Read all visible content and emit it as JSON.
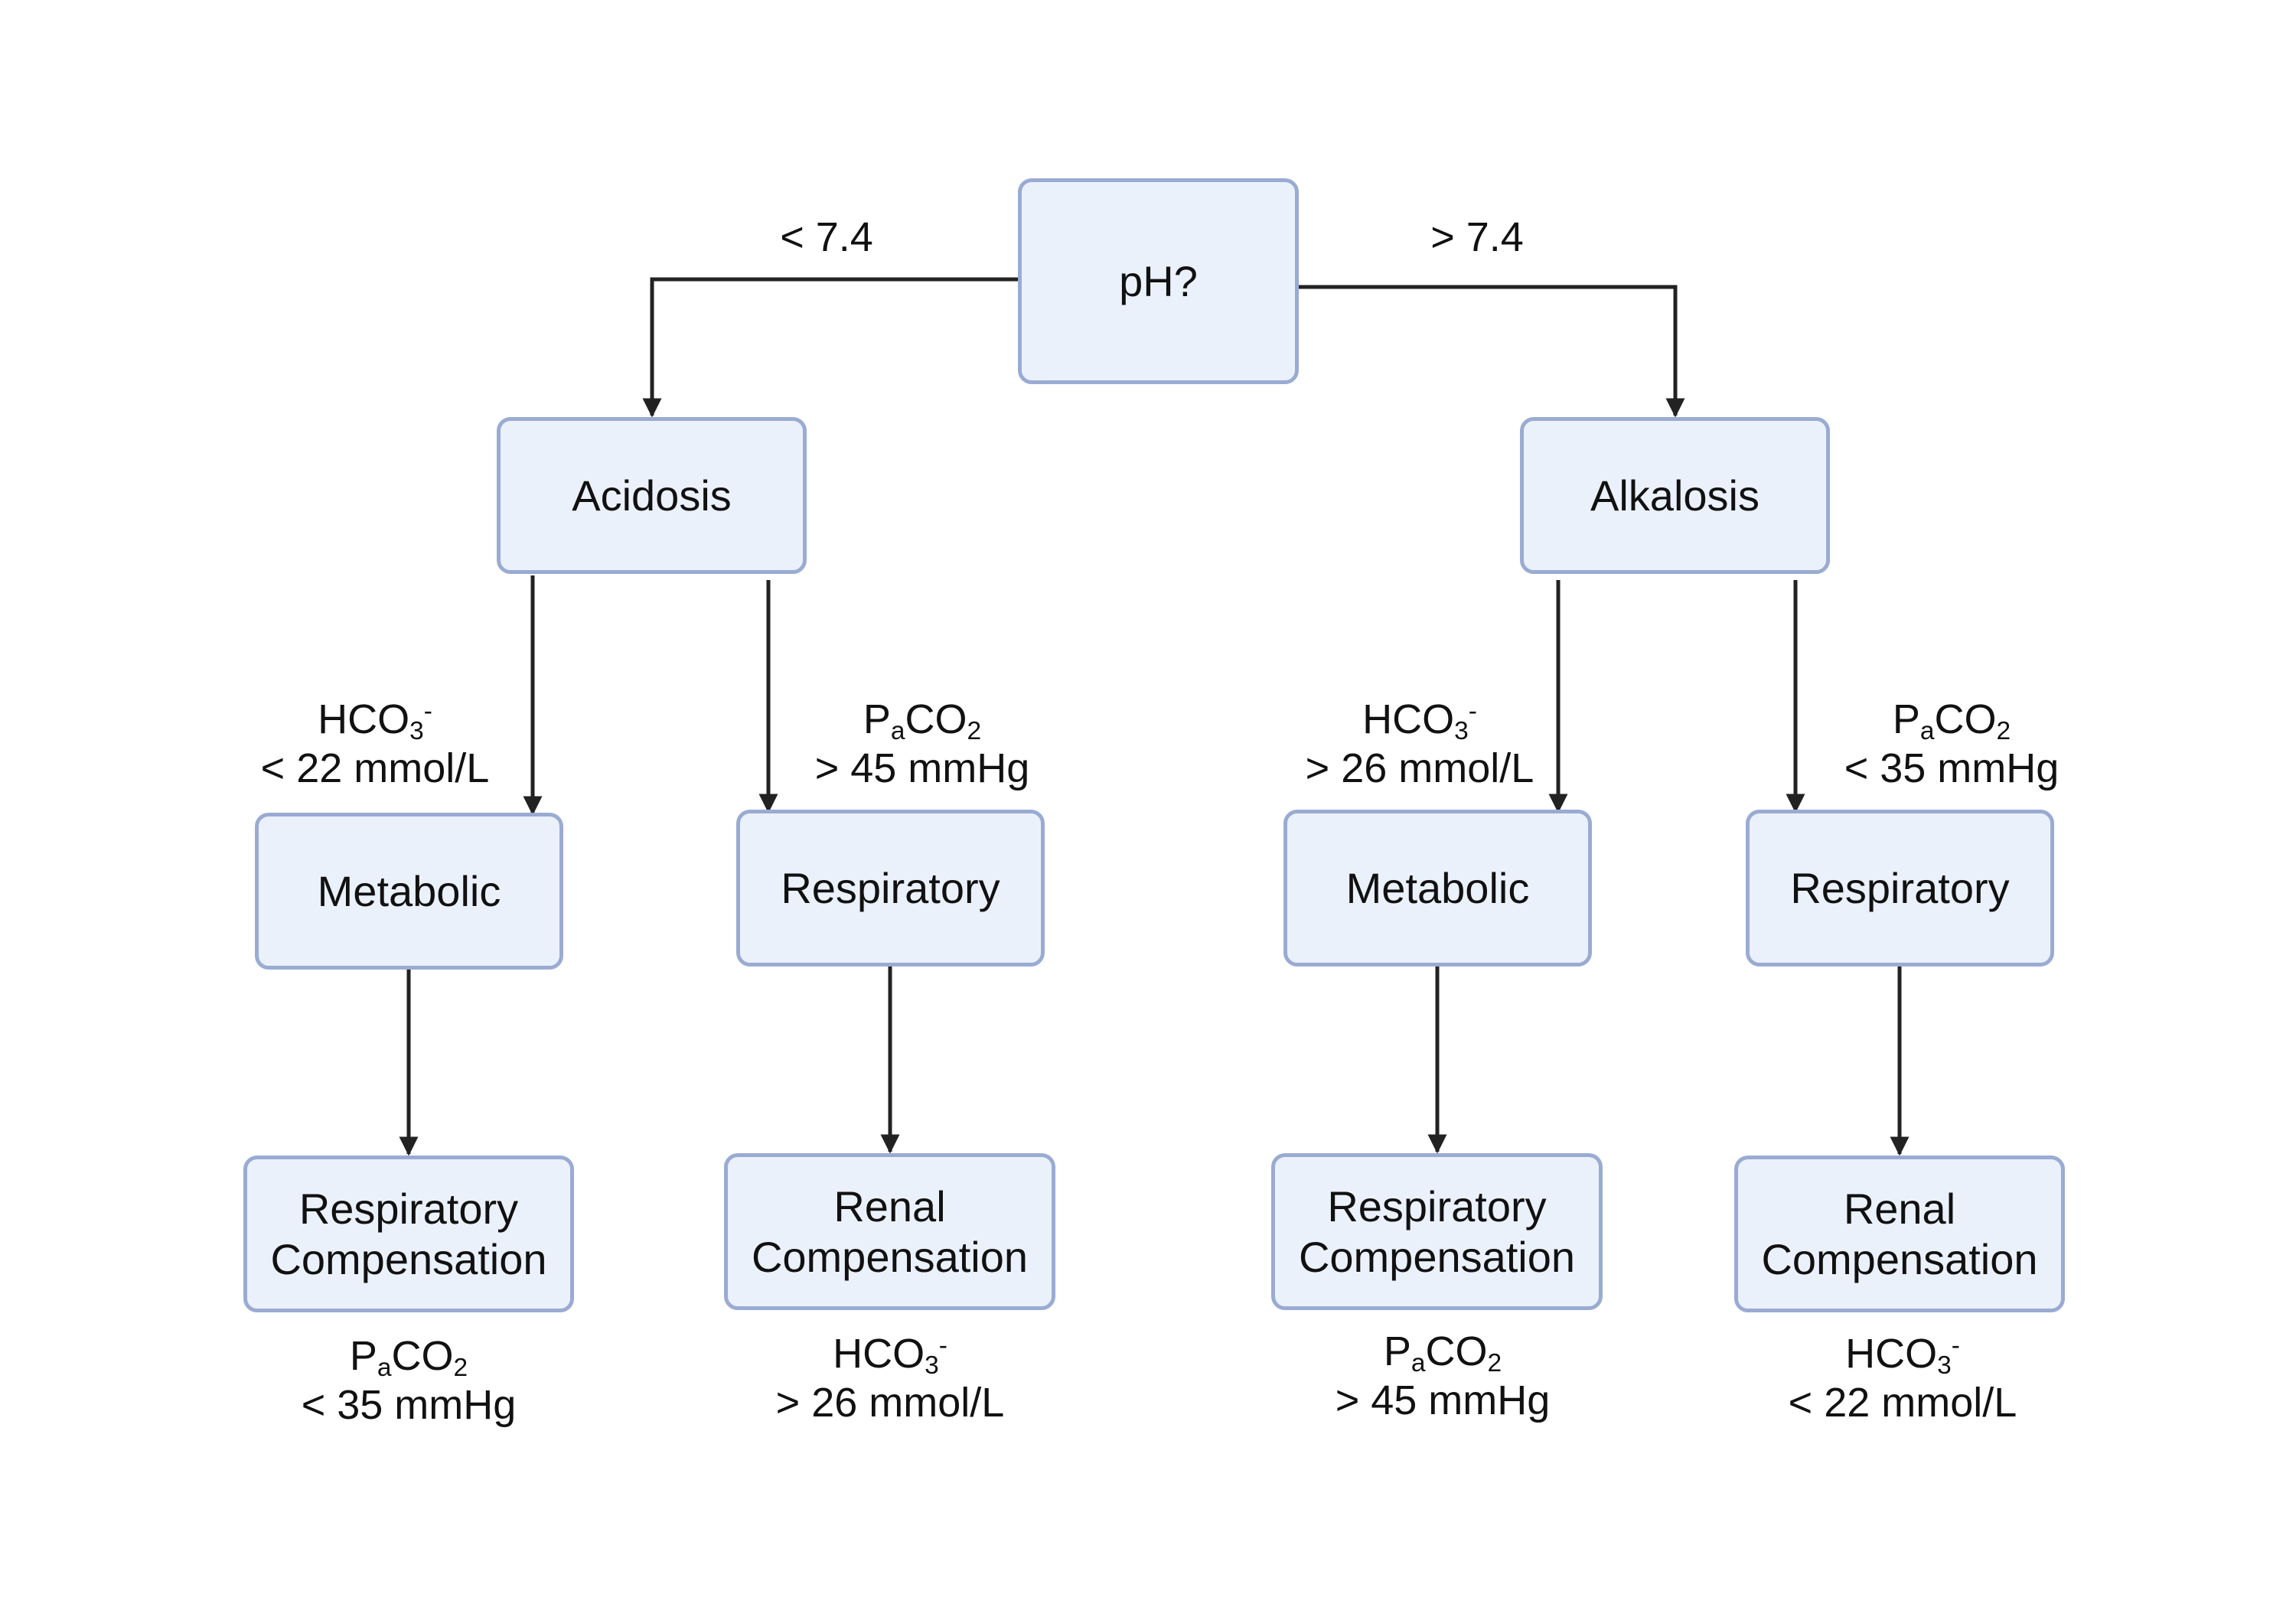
{
  "root": {
    "label": "pH?"
  },
  "branches": {
    "left": "< 7.4",
    "right": "> 7.4"
  },
  "categories": {
    "acidosis": "Acidosis",
    "alkalosis": "Alkalosis"
  },
  "types": {
    "metabolic": "Metabolic",
    "respiratory": "Respiratory"
  },
  "compensation": {
    "respiratory_line1": "Respiratory",
    "renal_line1": "Renal",
    "line2": "Compensation"
  },
  "chem": {
    "hco3": {
      "base": "HCO",
      "sub": "3",
      "sup": "-"
    },
    "paco2": {
      "p": "P",
      "a": "a",
      "co": "CO",
      "sub": "2"
    }
  },
  "conditions": {
    "hco3_lt_22": "< 22 mmol/L",
    "paco2_gt_45": "> 45 mmHg",
    "hco3_gt_26": "> 26 mmol/L",
    "paco2_lt_35": "< 35 mmHg"
  },
  "colors": {
    "box_fill": "#ebf1fb",
    "box_border": "#9aabd3",
    "line": "#222222"
  }
}
